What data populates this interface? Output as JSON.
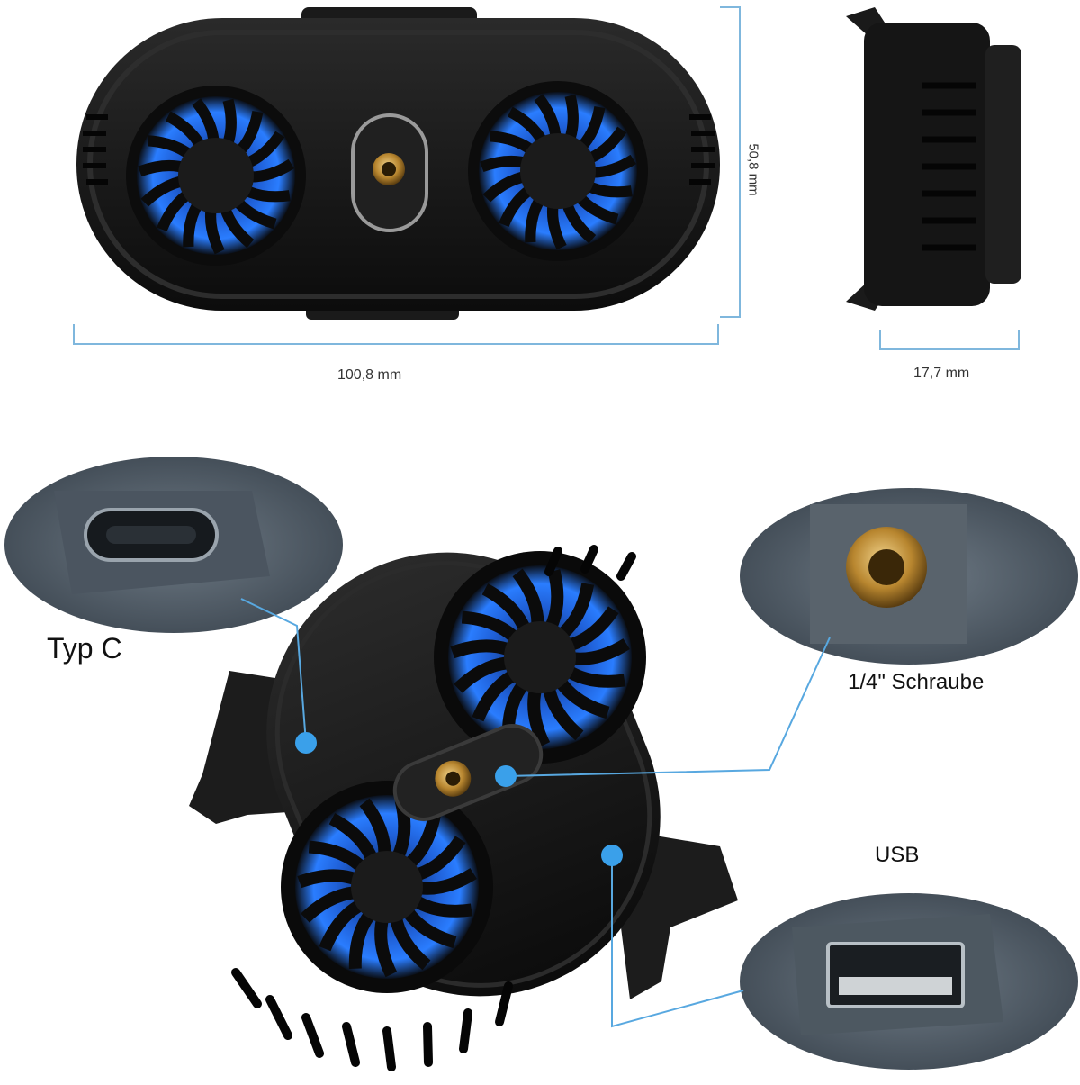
{
  "dimensions": {
    "width": "100,8 mm",
    "height": "50,8 mm",
    "depth": "17,7 mm"
  },
  "callouts": {
    "type_c": "Typ C",
    "screw": "1/4\" Schraube",
    "usb": "USB"
  },
  "colors": {
    "dimension_line": "#7fb7dd",
    "callout_line": "#58a8e0",
    "callout_dot": "#3aa0ea",
    "fan_glow": "#2a7dff",
    "body": "#151515",
    "brass": "#c9a04a"
  }
}
